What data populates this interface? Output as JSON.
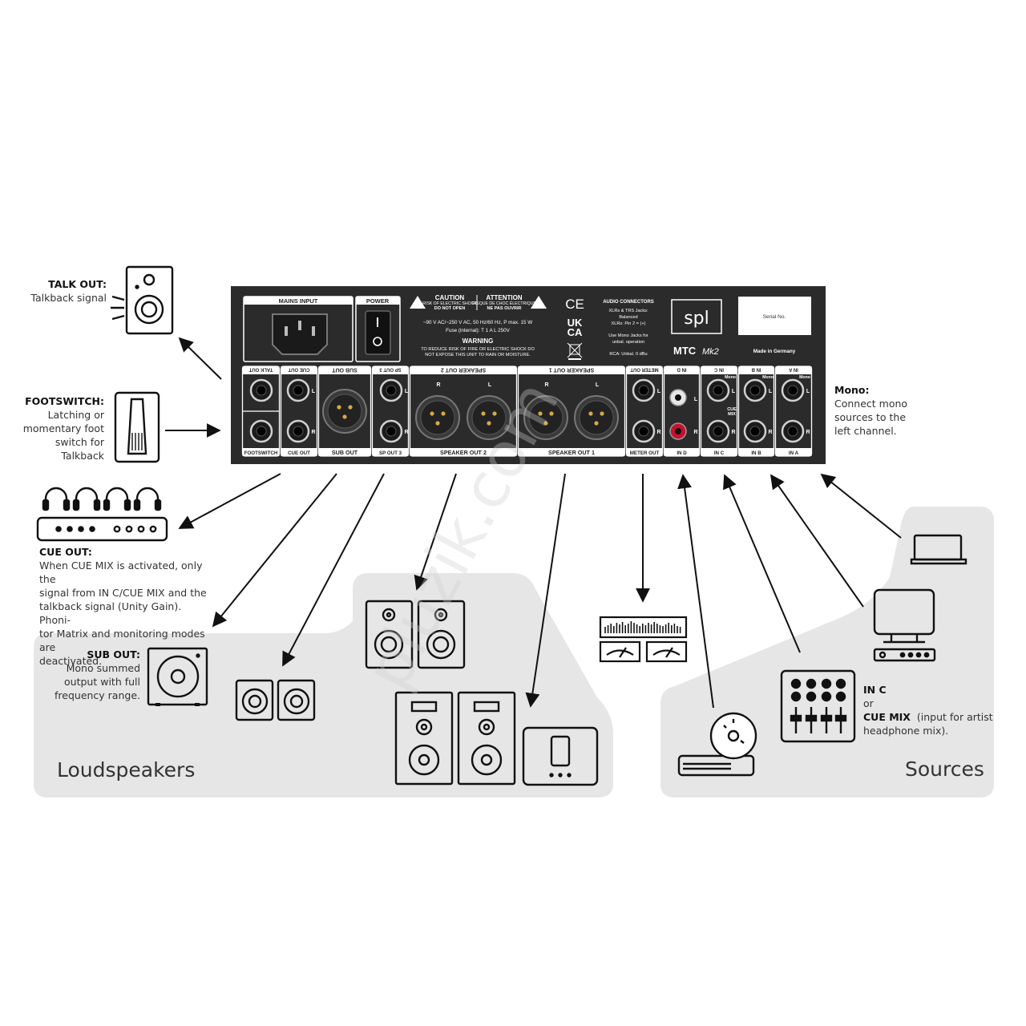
{
  "panel": {
    "top_labels": [
      "MAINS INPUT",
      "POWER",
      "TALK OUT",
      "CUE OUT",
      "SUB OUT",
      "SP OUT 3",
      "SPEAKER OUT 2",
      "SPEAKER OUT 1",
      "METER OUT",
      "IN D",
      "IN C",
      "IN B",
      "IN A"
    ],
    "bottom_labels": [
      "FOOTSWITCH",
      "CUE OUT",
      "SUB OUT",
      "SP OUT 3",
      "SPEAKER OUT 2",
      "SPEAKER OUT 1",
      "METER OUT",
      "IN D",
      "IN C",
      "IN B",
      "IN A"
    ],
    "caution_title": "CAUTION",
    "caution_sub1": "RISK OF ELECTRIC SHOCK",
    "caution_sub2": "DO NOT OPEN",
    "attention_title": "ATTENTION",
    "attention_sub1": "RISQUE DE CHOC ÉLECTRIQUE",
    "attention_sub2": "NE PAS OUVRIR",
    "power_spec": "~90 V AC/~250 V AC, 50 Hz/60 Hz, P max. 15 W",
    "fuse_spec": "Fuse (internal): T 1 A L 250V",
    "warning_title": "WARNING",
    "warning_line1": "TO REDUCE RISK OF FIRE OR ELECTRIC SHOCK DO",
    "warning_line2": "NOT EXPOSE THIS UNIT TO RAIN OR MOISTURE.",
    "ce_mark": "CE",
    "ukca_top": "UK",
    "ukca_bottom": "CA",
    "audio_title": "AUDIO CONNECTORS",
    "audio_line1": "XLRs & TRS Jacks:",
    "audio_line2": "Balanced",
    "audio_line3": "XLRs: Pin 2 = (+)",
    "audio_line4": "Use Mono Jacks for",
    "audio_line5": "unbal. operation",
    "audio_line6": "RCA: Unbal. 0 dBu",
    "brand": "spl",
    "model": "MTC",
    "model_suffix": "Mk2",
    "serial_label": "Serial No.",
    "made_in": "Made in Germany",
    "cue_mix_label1": "CUE",
    "cue_mix_label2": "MIX",
    "mono_tag": "Mono",
    "L": "L",
    "R": "R"
  },
  "annotations": {
    "talk_out_title": "TALK OUT:",
    "talk_out_desc": "Talkback signal",
    "footswitch_title": "FOOTSWITCH:",
    "footswitch_lines": [
      "Latching or",
      "momentary foot",
      "switch for",
      "Talkback"
    ],
    "cue_out_title": "CUE OUT:",
    "cue_out_lines": [
      "When CUE MIX is activated, only the",
      "signal from IN C/CUE MIX and the",
      "talkback signal (Unity Gain). Phoni-",
      "tor Matrix and monitoring modes are",
      "deactivated."
    ],
    "sub_out_title": "SUB OUT:",
    "sub_out_lines": [
      "Mono summed",
      "output with full",
      "frequency range."
    ],
    "mono_title": "Mono:",
    "mono_lines": [
      "Connect mono",
      "sources to the",
      "left channel."
    ],
    "in_c_title": "IN C",
    "in_c_or": "or",
    "cue_mix_title": "CUE MIX",
    "cue_mix_desc1": "(input for artist",
    "cue_mix_desc2": "headphone mix)."
  },
  "regions": {
    "loudspeakers": "Loudspeakers",
    "sources": "Sources"
  },
  "colors": {
    "panel": "#2b2b2b",
    "region_fill": "#e6e6e6",
    "rca_red": "#c8102e"
  }
}
